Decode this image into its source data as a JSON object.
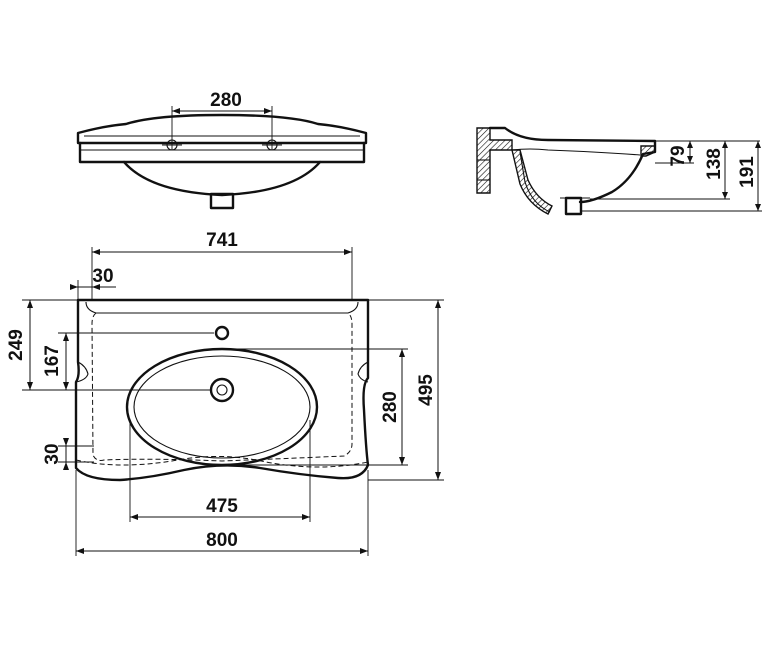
{
  "views": {
    "front": {
      "hole_spacing": "280"
    },
    "side": {
      "rim_height": "79",
      "bowl_depth": "138",
      "total_height": "191"
    },
    "top": {
      "inner_width": "741",
      "side_margin": "30",
      "rear_depth_to_tap": "249",
      "rear_depth_to_bowl_center": "167",
      "front_margin": "30",
      "bowl_width": "475",
      "total_width": "800",
      "bowl_depth": "280",
      "total_depth": "495"
    }
  }
}
